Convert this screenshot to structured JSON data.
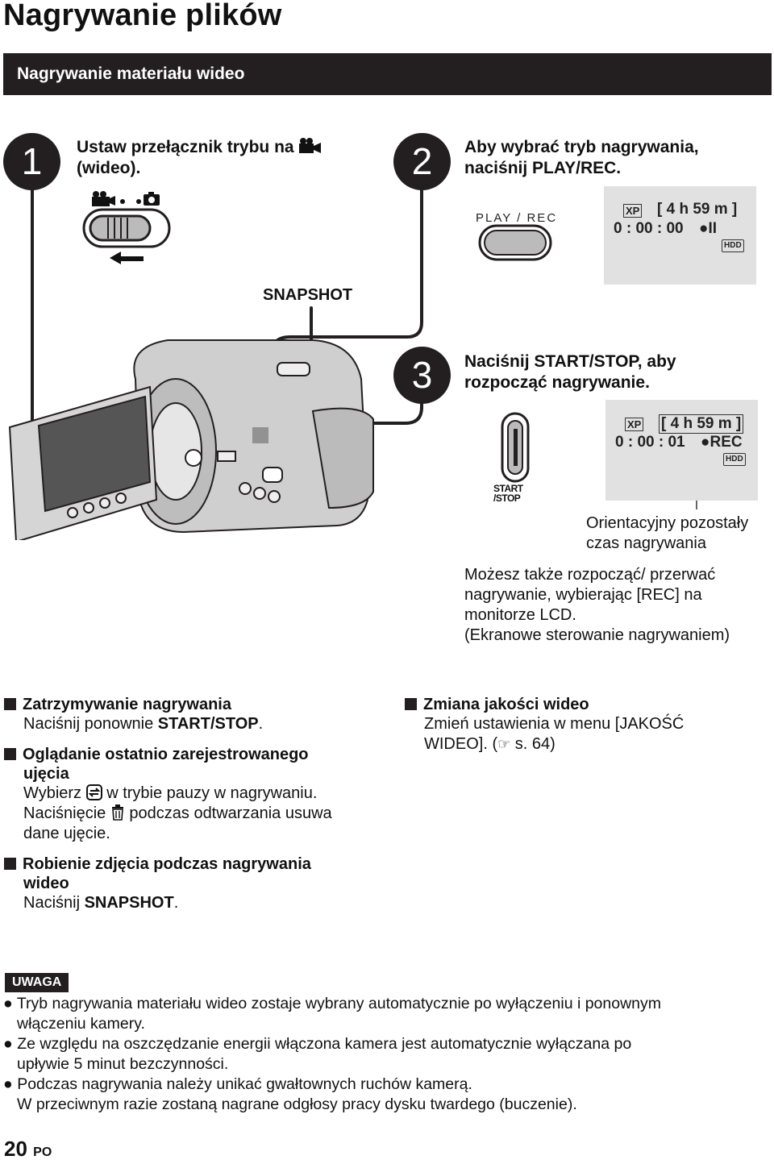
{
  "header": {
    "title": "Nagrywanie plików",
    "section": "Nagrywanie materiału wideo"
  },
  "steps": [
    {
      "number": "1",
      "text_line1": "Ustaw przełącznik trybu na",
      "text_line2": "(wideo)."
    },
    {
      "number": "2",
      "text_line1": "Aby wybrać tryb nagrywania,",
      "text_line2": "naciśnij PLAY/REC."
    },
    {
      "number": "3",
      "text_line1": "Naciśnij START/STOP, aby",
      "text_line2": "rozpocząć nagrywanie."
    }
  ],
  "labels": {
    "play_rec": "PLAY / REC",
    "snapshot": "SNAPSHOT",
    "start": "START",
    "stop": "/STOP"
  },
  "lcd1": {
    "mode": "XP",
    "remaining": "[ 4 h 59 m ]",
    "time": "0 : 00 : 00",
    "status": "●II",
    "media": "HDD"
  },
  "lcd2": {
    "mode": "XP",
    "remaining": "[ 4 h 59 m ]",
    "time": "0 : 00 : 01",
    "status": "●REC",
    "media": "HDD"
  },
  "callout": {
    "line1": "Orientacyjny pozostały",
    "line2": "czas nagrywania"
  },
  "also_text": [
    "Możesz także rozpocząć/ przerwać",
    "nagrywanie, wybierając [REC] na",
    "monitorze LCD.",
    "(Ekranowe sterowanie nagrywaniem)"
  ],
  "sections": {
    "stop": {
      "title": "Zatrzymywanie nagrywania",
      "text_pre": "Naciśnij ponownie ",
      "text_bold": "START/STOP",
      "text_post": "."
    },
    "review": {
      "title_line1": "Oglądanie ostatnio zarejestrowanego",
      "title_line2": "ujęcia",
      "l1_pre": "Wybierz",
      "l1_post": "w trybie pauzy w nagrywaniu.",
      "l2_pre": "Naciśnięcie",
      "l2_post": "podczas odtwarzania usuwa",
      "l3": "dane ujęcie."
    },
    "snapshot": {
      "title_line1": "Robienie zdjęcia podczas nagrywania",
      "title_line2": "wideo",
      "text_pre": "Naciśnij ",
      "text_bold": "SNAPSHOT",
      "text_post": "."
    },
    "quality": {
      "title": "Zmiana jakości wideo",
      "line1": "Zmień ustawienia w menu [JAKOŚĆ",
      "line2_pre": "WIDEO]. (",
      "line2_post": " s. 64)"
    }
  },
  "note": {
    "badge": "UWAGA",
    "bullets": [
      [
        "Tryb nagrywania materiału wideo zostaje wybrany automatycznie po wyłączeniu i ponownym",
        "włączeniu kamery."
      ],
      [
        "Ze względu na oszczędzanie energii włączona kamera jest automatycznie wyłączana po",
        "upływie 5 minut bezczynności."
      ],
      [
        "Podczas nagrywania należy unikać gwałtownych ruchów kamerą.",
        "W przeciwnym razie zostaną nagrane odgłosy pracy dysku twardego (buczenie)."
      ]
    ]
  },
  "footer": {
    "page_number": "20",
    "lang": "PO"
  }
}
